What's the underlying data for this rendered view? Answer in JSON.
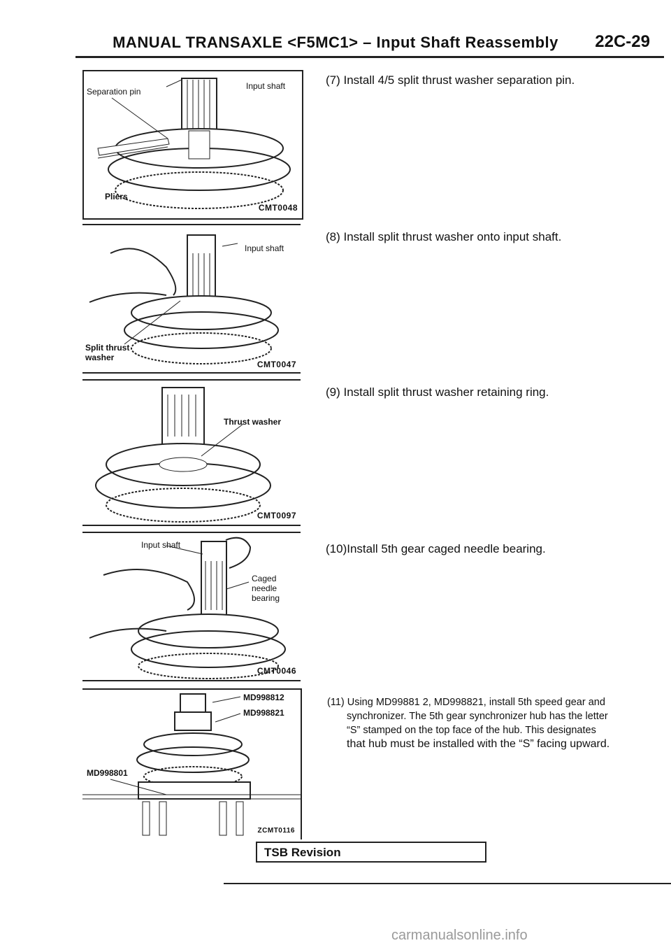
{
  "header": {
    "title": "MANUAL TRANSAXLE <F5MC1> – Input Shaft Reassembly",
    "page": "22C-29"
  },
  "figures": [
    {
      "labels": [
        "Separation pin",
        "Input shaft",
        "Pliers"
      ],
      "code": "CMT0048"
    },
    {
      "labels": [
        "Input shaft",
        "Split thrust",
        "washer"
      ],
      "code": "CMT0047"
    },
    {
      "labels": [
        "Thrust washer"
      ],
      "code": "CMT0097"
    },
    {
      "labels": [
        "Input shaft",
        "Caged",
        "needle",
        "bearing"
      ],
      "code": "CMT0046"
    },
    {
      "labels": [
        "MD998812",
        "MD998821",
        "MD998801"
      ],
      "code": "ZCMT0116"
    }
  ],
  "steps": [
    "(7) Install 4/5 split thrust washer separation pin.",
    "(8) Install split thrust washer onto input shaft.",
    "(9) Install split thrust washer retaining ring.",
    "(10)Install 5th gear caged needle bearing.",
    "(11) Using MD99881 2, MD998821, install 5th speed gear and",
    "synchronizer. The 5th gear synchronizer hub has the letter",
    "“S” stamped on the top face of the hub. This designates",
    "that hub must be installed with the “S” facing upward."
  ],
  "footer": {
    "tsb": "TSB Revision",
    "watermark": "carmanualsonline.info"
  },
  "colors": {
    "ink": "#111111",
    "watermark": "#9a9a9a"
  }
}
